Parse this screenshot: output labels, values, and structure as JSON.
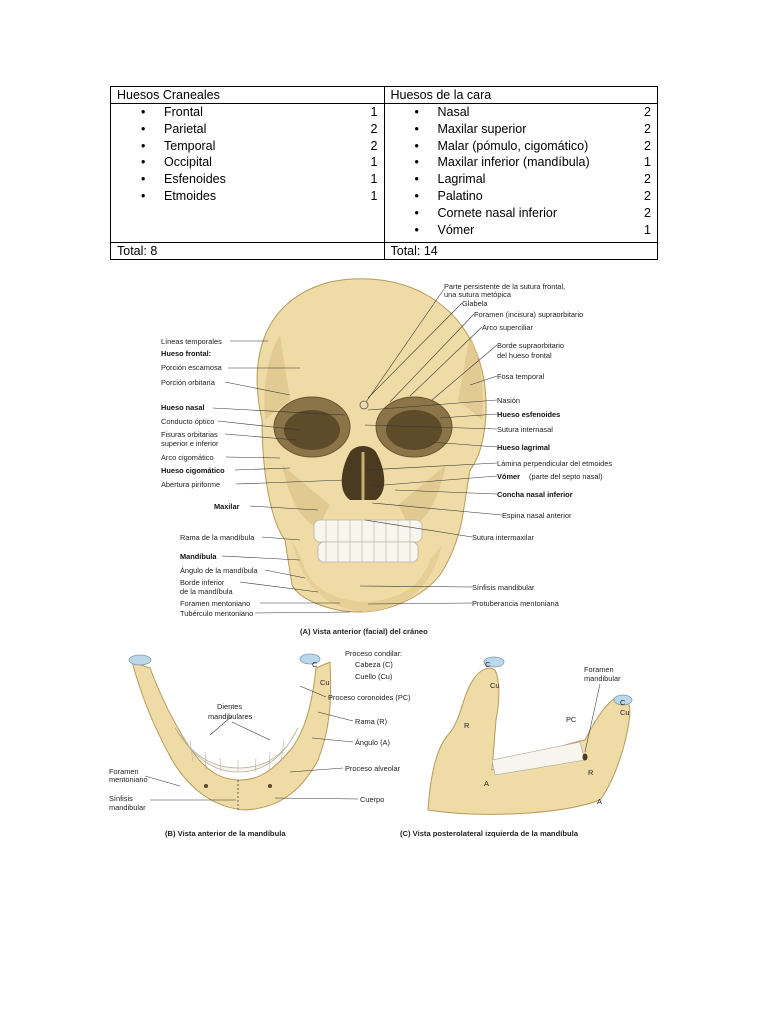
{
  "table": {
    "cranial_header": "Huesos Craneales",
    "face_header": "Huesos de la cara",
    "cranial_items": [
      {
        "name": "Frontal",
        "count": "1"
      },
      {
        "name": "Parietal",
        "count": "2"
      },
      {
        "name": "Temporal",
        "count": "2"
      },
      {
        "name": "Occipital",
        "count": "1"
      },
      {
        "name": "Esfenoides",
        "count": "1"
      },
      {
        "name": "Etmoides",
        "count": "1"
      }
    ],
    "face_items": [
      {
        "name": "Nasal",
        "count": "2"
      },
      {
        "name": "Maxilar superior",
        "count": "2"
      },
      {
        "name": "Malar (pómulo, cigomático)",
        "count": "2"
      },
      {
        "name": "Maxilar inferior (mandíbula)",
        "count": "1"
      },
      {
        "name": "Lagrimal",
        "count": "2"
      },
      {
        "name": "Palatino",
        "count": "2"
      },
      {
        "name": "Cornete nasal inferior",
        "count": "2"
      },
      {
        "name": "Vómer",
        "count": "1"
      }
    ],
    "bullet": "•",
    "cranial_total": "Total: 8",
    "face_total": "Total: 14"
  },
  "figure_a": {
    "caption": "(A) Vista anterior (facial) del cráneo",
    "left_labels": [
      "Líneas temporales",
      "Hueso frontal:",
      "Porción escamosa",
      "Porción orbitaria",
      "Hueso nasal",
      "Conducto óptico",
      "Fisuras orbitarias",
      "superior e inferior",
      "Arco cigomático",
      "Hueso cigomático",
      "Abertura piriforme",
      "Maxilar",
      "Rama de la mandíbula",
      "Mandíbula",
      "Ángulo de la mandíbula",
      "Borde inferior",
      "de la mandíbula",
      "Foramen mentoniano",
      "Tubérculo mentoniano"
    ],
    "right_labels": [
      "Parte persistente de la sutura frontal,",
      "una sutura metópica",
      "Glabela",
      "Foramen (incisura) supraorbitario",
      "Arco superciliar",
      "Borde supraorbitario",
      "del hueso frontal",
      "Fosa temporal",
      "Nasión",
      "Hueso esfenoides",
      "Sutura internasal",
      "Hueso lagrimal",
      "Lámina perpendicular del etmoides",
      "Vómer",
      "(parte del septo nasal)",
      "Concha nasal inferior",
      "Espina nasal anterior",
      "Sutura intermaxilar",
      "Sínfisis mandibular",
      "Protuberancia mentoniana"
    ]
  },
  "figure_b": {
    "caption": "(B) Vista anterior de la mandíbula",
    "labels": [
      "Proceso condilar:",
      "Cabeza (C)",
      "Cuello (Cu)",
      "Proceso coronoides (PC)",
      "Rama (R)",
      "Ángulo (A)",
      "Proceso alveolar",
      "Cuerpo",
      "Dientes",
      "mandibulares",
      "Foramen",
      "mentoniano",
      "Sínfisis",
      "mandibular",
      "C",
      "Cu"
    ]
  },
  "figure_c": {
    "caption": "(C) Vista posterolateral izquierda de la mandíbula",
    "labels": [
      "Foramen",
      "mandibular",
      "C",
      "Cu",
      "R",
      "A",
      "PC",
      "C",
      "Cu",
      "R",
      "A"
    ]
  },
  "colors": {
    "bone": "#eedba6",
    "bone_dark": "#c9ad72",
    "cartilage": "#bcd6ea",
    "teeth": "#f7f5ee"
  }
}
